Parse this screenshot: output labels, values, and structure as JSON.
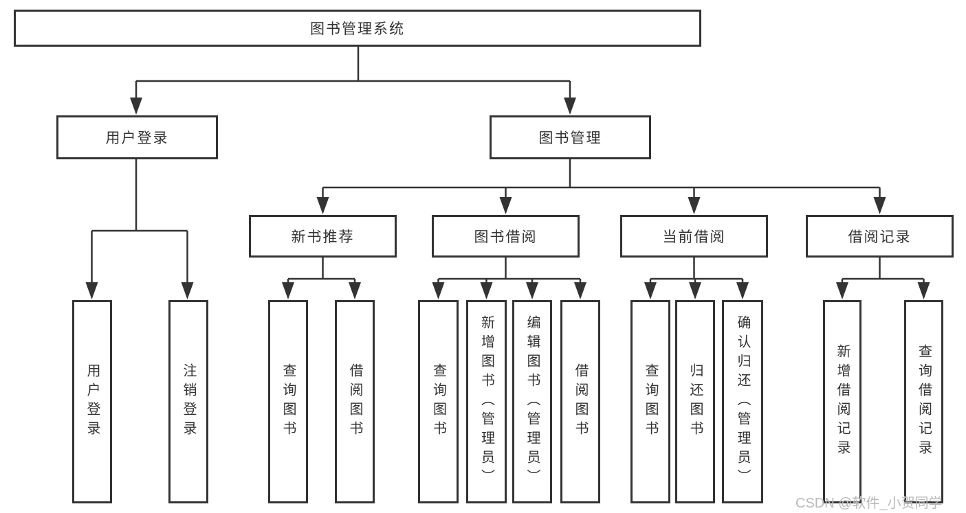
{
  "diagram": {
    "root": {
      "label": "图书管理系统"
    },
    "branches": [
      {
        "label": "用户登录",
        "children": [
          "用户登录",
          "注销登录"
        ]
      },
      {
        "label": "图书管理",
        "groups": [
          {
            "label": "新书推荐",
            "children": [
              "查询图书",
              "借阅图书"
            ]
          },
          {
            "label": "图书借阅",
            "children": [
              "查询图书",
              "新增图书（管理员）",
              "编辑图书（管理员）",
              "借阅图书"
            ]
          },
          {
            "label": "当前借阅",
            "children": [
              "查询图书",
              "归还图书",
              "确认归还（管理员）"
            ]
          },
          {
            "label": "借阅记录",
            "children": [
              "新增借阅记录",
              "查询借阅记录"
            ]
          }
        ]
      }
    ]
  },
  "watermark": "CSDN @软件_小贺同学",
  "colors": {
    "line": "#333333",
    "text": "#333333",
    "watermark": "#b9b9b9",
    "background": "#ffffff"
  }
}
